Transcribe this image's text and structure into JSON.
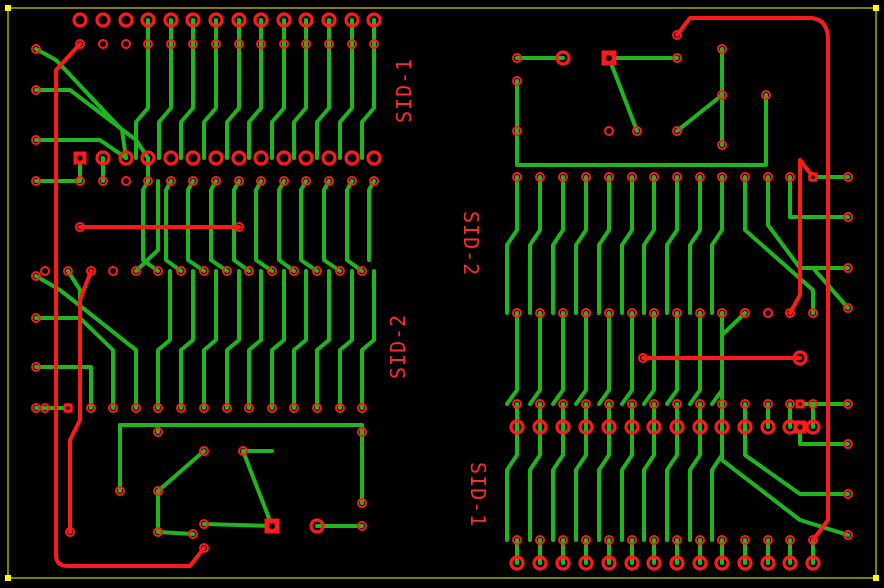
{
  "colors": {
    "background": "#000000",
    "board_outline": "#ffff00",
    "top_copper": "#ff1a1a",
    "bottom_copper": "#1fb51f",
    "pad": "#ff1a1a",
    "label": "#ff2b2b"
  },
  "labels": {
    "left_top": "SID-1",
    "left_bottom": "SID-2",
    "right_top": "SID-2",
    "right_bottom": "SID-1"
  }
}
